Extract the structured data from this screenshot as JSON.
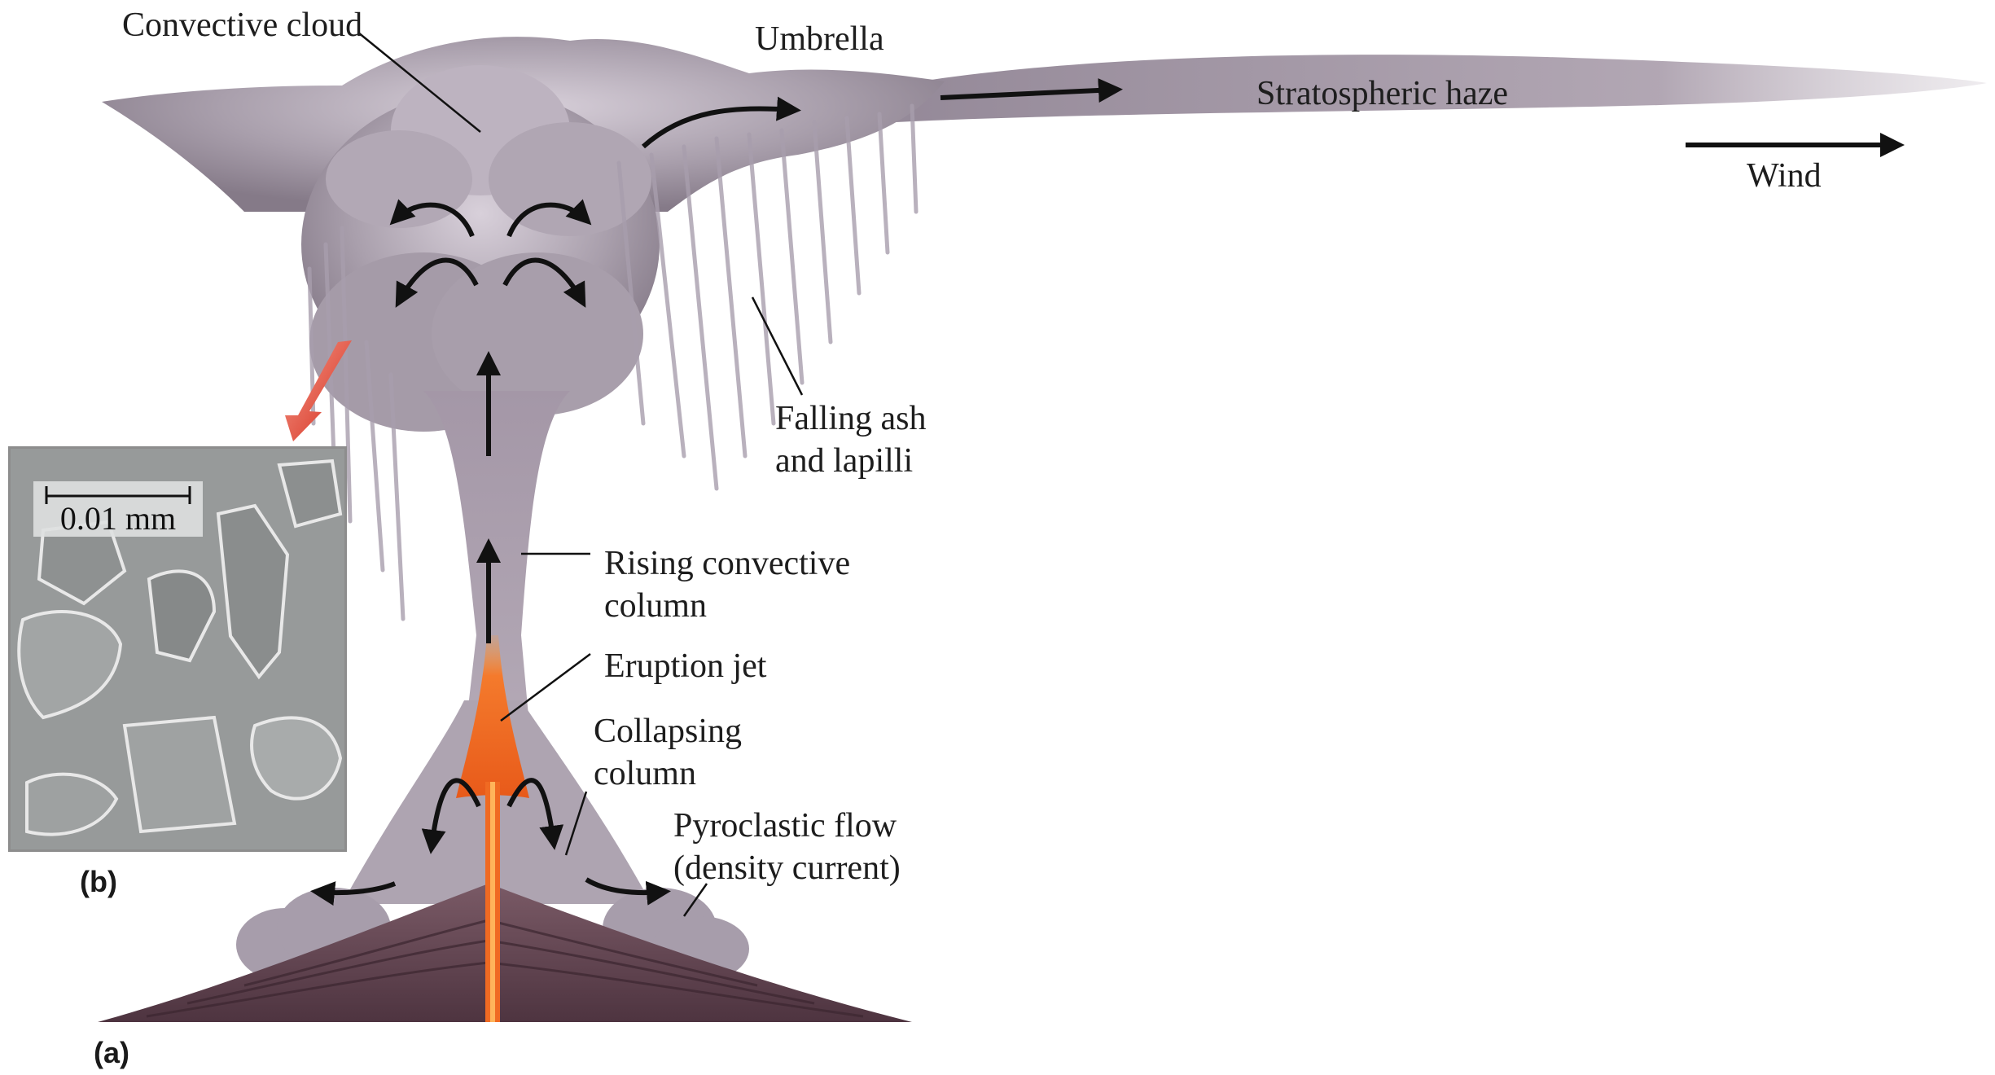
{
  "labels": {
    "convective_cloud": "Convective cloud",
    "umbrella": "Umbrella",
    "stratospheric_haze": "Stratospheric haze",
    "wind": "Wind",
    "falling_ash_line1": "Falling ash",
    "falling_ash_line2": "and lapilli",
    "rising_column_line1": "Rising convective",
    "rising_column_line2": "column",
    "eruption_jet": "Eruption jet",
    "collapsing_line1": "Collapsing",
    "collapsing_line2": "column",
    "pyroclastic_line1": "Pyroclastic flow",
    "pyroclastic_line2": "(density current)"
  },
  "inset": {
    "scale_label": "0.01 mm",
    "panel_label": "(b)"
  },
  "main_panel_label": "(a)",
  "colors": {
    "cloud": "#a69ca9",
    "cloud_shadow": "#7d7281",
    "haze": "#9a8e9c",
    "lava": "#f07a2a",
    "lava_core": "#ffb45a",
    "volcano": "#6a4a56",
    "callout_arrow": "#e03a2a",
    "micrograph_bg": "#979a9a"
  }
}
